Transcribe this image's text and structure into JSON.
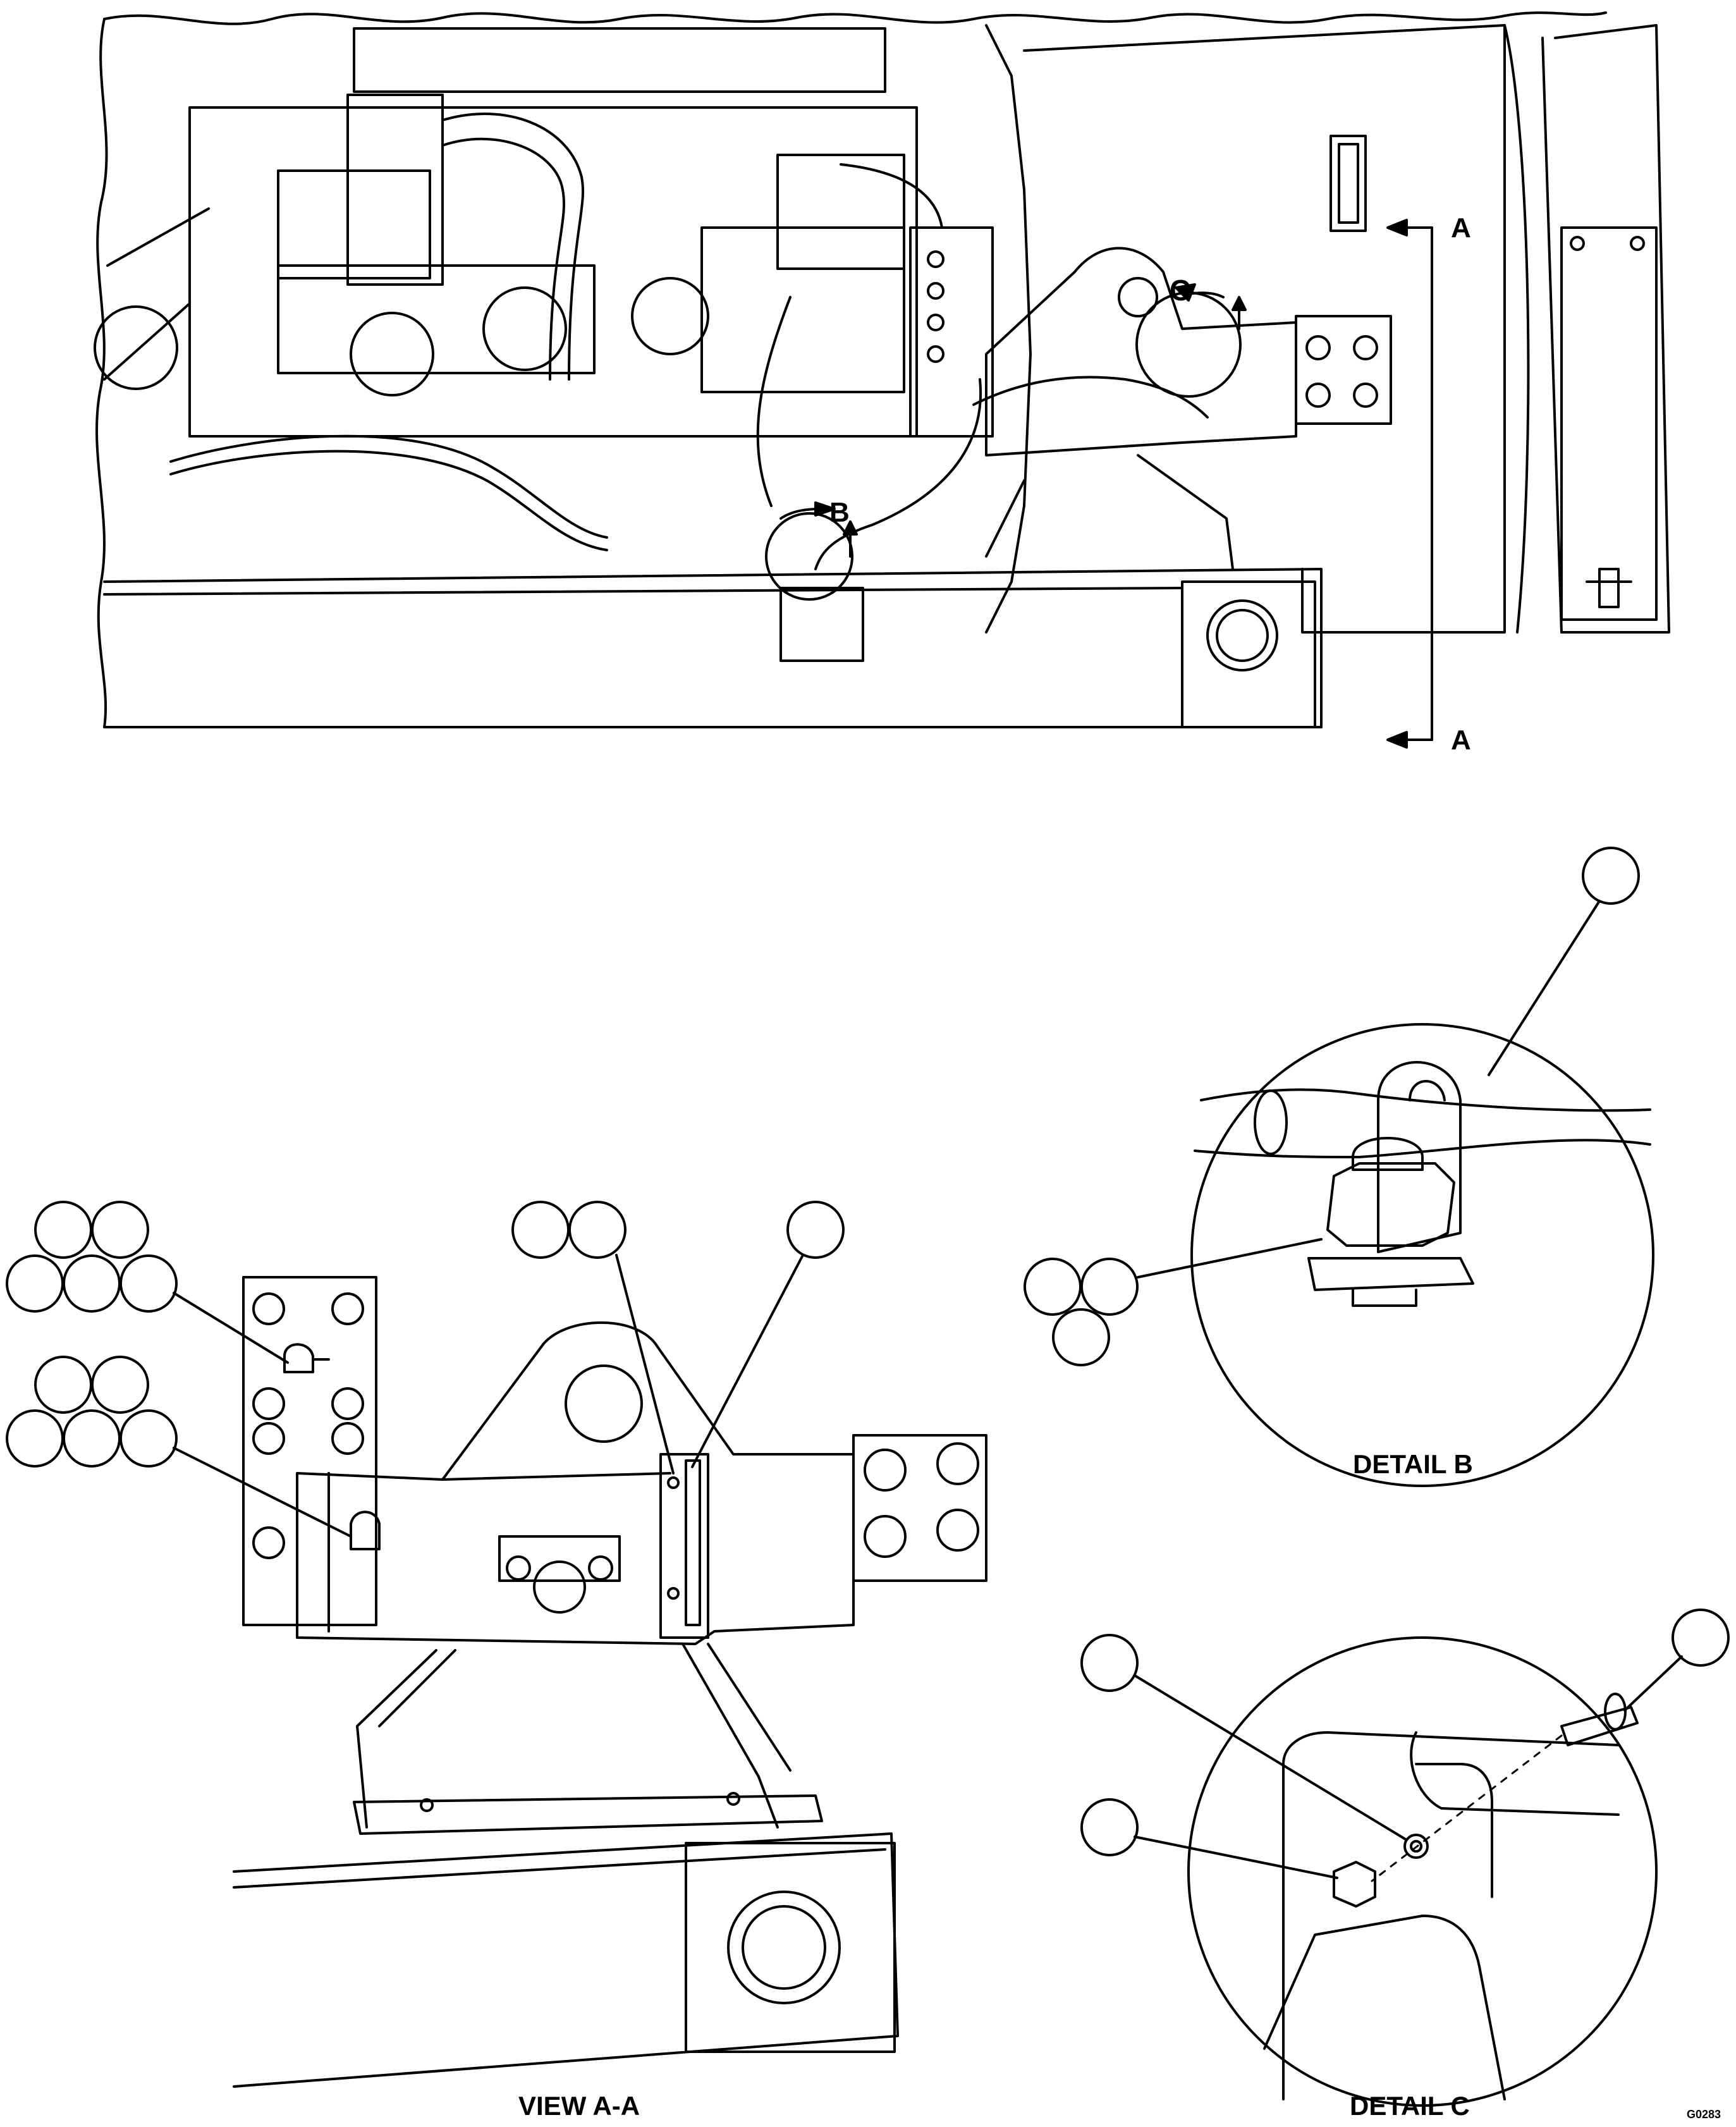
{
  "views": {
    "top": {
      "section_label_top": "A",
      "section_label_bottom": "A",
      "detail_b_marker": "B",
      "detail_c_marker": "C"
    },
    "view_aa": {
      "caption": "VIEW A-A"
    },
    "detail_b": {
      "caption": "DETAIL B"
    },
    "detail_c": {
      "caption": "DETAIL C"
    }
  },
  "drawing_id": "G0283",
  "colors": {
    "line": "#000000",
    "background": "#ffffff"
  }
}
